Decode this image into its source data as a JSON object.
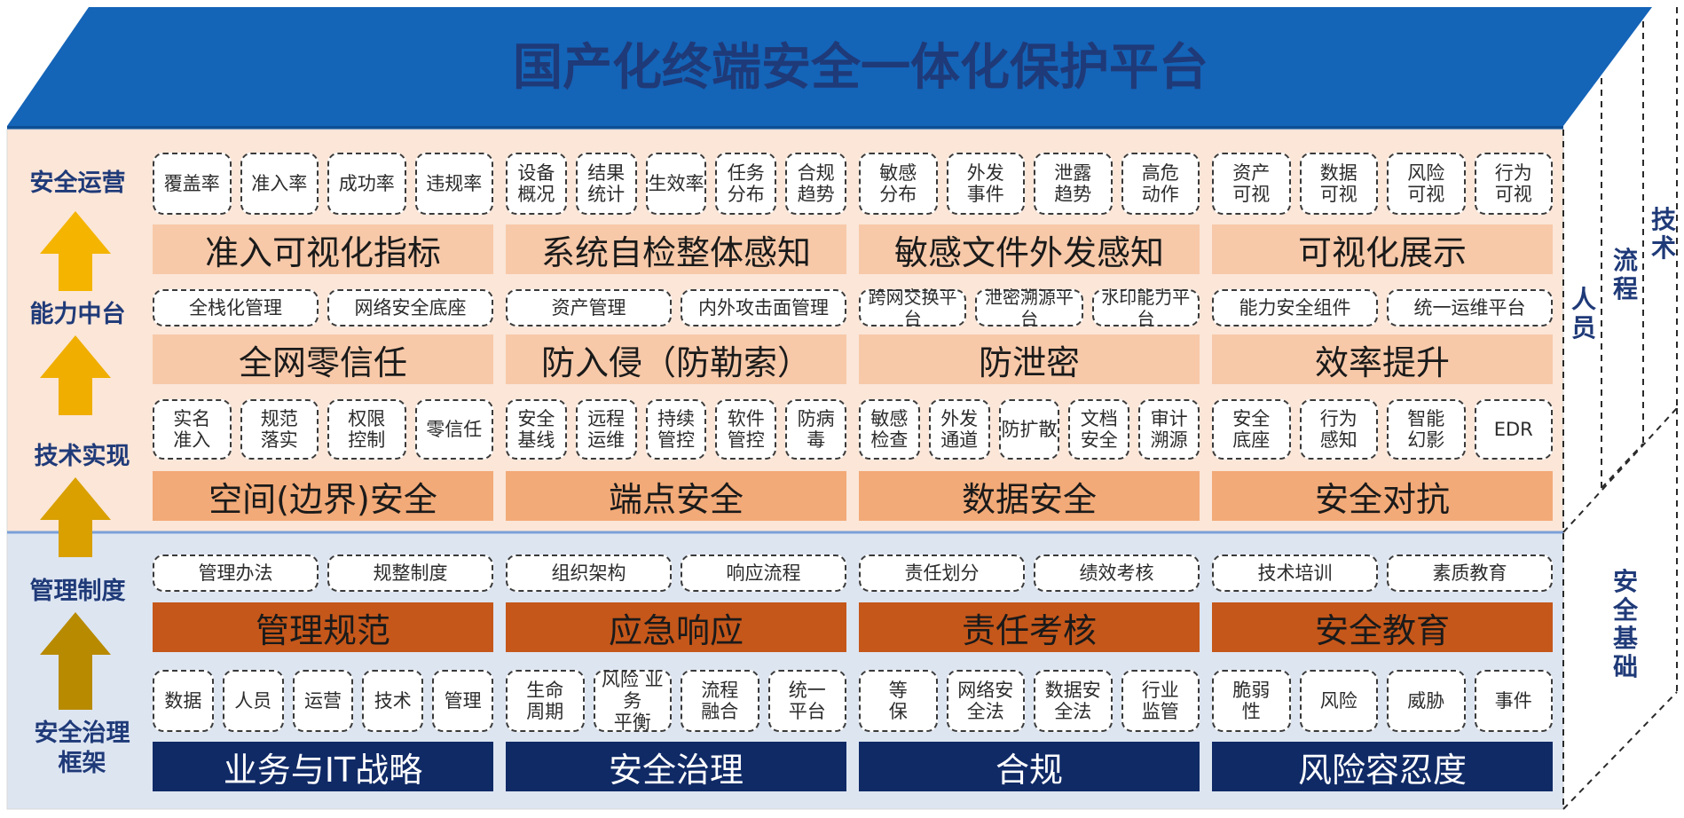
{
  "title": "国产化终端安全一体化保护平台",
  "left_labels": [
    "安全运营",
    "能力中台",
    "技术实现",
    "管理制度",
    "安全治理\n框架"
  ],
  "right_labels": {
    "people": "人\n员",
    "process": "流\n程",
    "tech": "技\n术",
    "foundation": "安\n全\n基\n础"
  },
  "colors": {
    "top_band": "#1464b8",
    "upper_panel": "#fbe6d8",
    "lower_panel": "#dde5f1",
    "bar_light": "#f7c9a9",
    "bar_mid": "#f2aa78",
    "bar_orange": "#c5571a",
    "bar_navy": "#102a66",
    "arrow": "#f4b400",
    "label": "#1f3a78"
  },
  "rows": [
    {
      "type": "pills",
      "groups": [
        [
          "覆盖率",
          "准入率",
          "成功率",
          "违规率"
        ],
        [
          "设备\n概况",
          "结果\n统计",
          "生效率",
          "任务\n分布",
          "合规\n趋势"
        ],
        [
          "敏感\n分布",
          "外发\n事件",
          "泄露\n趋势",
          "高危\n动作"
        ],
        [
          "资产\n可视",
          "数据\n可视",
          "风险\n可视",
          "行为\n可视"
        ]
      ]
    },
    {
      "type": "bar",
      "style": "light",
      "labels": [
        "准入可视化指标",
        "系统自检整体感知",
        "敏感文件外发感知",
        "可视化展示"
      ]
    },
    {
      "type": "pills",
      "groups": [
        [
          "全栈化管理",
          "网络安全底座"
        ],
        [
          "资产管理",
          "内外攻击面管理"
        ],
        [
          "跨网交换平台",
          "泄密溯源平台",
          "水印能力平台"
        ],
        [
          "能力安全组件",
          "统一运维平台"
        ]
      ]
    },
    {
      "type": "bar",
      "style": "light",
      "labels": [
        "全网零信任",
        "防入侵（防勒索）",
        "防泄密",
        "效率提升"
      ]
    },
    {
      "type": "pills",
      "groups": [
        [
          "实名\n准入",
          "规范\n落实",
          "权限\n控制",
          "零信任"
        ],
        [
          "安全\n基线",
          "远程\n运维",
          "持续\n管控",
          "软件\n管控",
          "防病\n毒"
        ],
        [
          "敏感\n检查",
          "外发\n通道",
          "防扩散",
          "文档\n安全",
          "审计\n溯源"
        ],
        [
          "安全\n底座",
          "行为\n感知",
          "智能\n幻影",
          "EDR"
        ]
      ]
    },
    {
      "type": "bar",
      "style": "mid",
      "labels": [
        "空间(边界)安全",
        "端点安全",
        "数据安全",
        "安全对抗"
      ]
    },
    {
      "type": "pills",
      "groups": [
        [
          "管理办法",
          "规整制度"
        ],
        [
          "组织架构",
          "响应流程"
        ],
        [
          "责任划分",
          "绩效考核"
        ],
        [
          "技术培训",
          "素质教育"
        ]
      ]
    },
    {
      "type": "bar",
      "style": "orange",
      "labels": [
        "管理规范",
        "应急响应",
        "责任考核",
        "安全教育"
      ]
    },
    {
      "type": "pills",
      "groups": [
        [
          "数据",
          "人员",
          "运营",
          "技术",
          "管理"
        ],
        [
          "生命\n周期",
          "风险 业务\n平衡",
          "流程\n融合",
          "统一\n平台"
        ],
        [
          "等\n保",
          "网络安\n全法",
          "数据安\n全法",
          "行业\n监管"
        ],
        [
          "脆弱\n性",
          "风险",
          "威胁",
          "事件"
        ]
      ]
    },
    {
      "type": "bar",
      "style": "navy",
      "labels": [
        "业务与IT战略",
        "安全治理",
        "合规",
        "风险容忍度"
      ]
    }
  ]
}
